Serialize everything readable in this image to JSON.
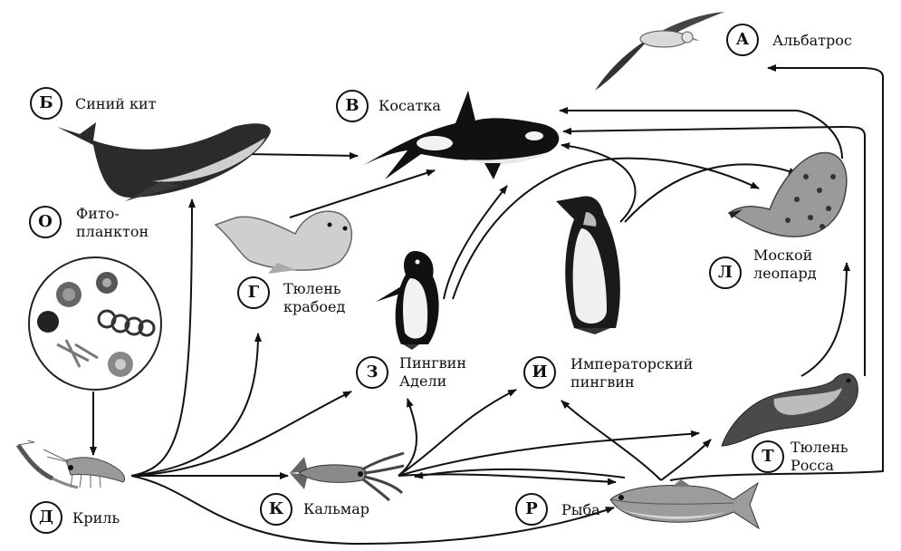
{
  "nodes": {
    "albatross": {
      "letter": "А",
      "name": "Альбатрос"
    },
    "blue_whale": {
      "letter": "Б",
      "name": "Синий кит"
    },
    "orca": {
      "letter": "В",
      "name": "Косатка"
    },
    "crabeater_seal": {
      "letter": "Г",
      "name_line1": "Тюлень",
      "name_line2": "крабоед"
    },
    "krill": {
      "letter": "Д",
      "name": "Криль"
    },
    "adelie_penguin": {
      "letter": "З",
      "name_line1": "Пингвин",
      "name_line2": "Адели"
    },
    "emperor_penguin": {
      "letter": "И",
      "name_line1": "Императорский",
      "name_line2": "пингвин"
    },
    "squid": {
      "letter": "К",
      "name": "Кальмар"
    },
    "leopard_seal": {
      "letter": "Л",
      "name_line1": "Моской",
      "name_line2": "леопард"
    },
    "phytoplankton": {
      "letter": "О",
      "name_line1": "Фито-",
      "name_line2": "планктон"
    },
    "fish": {
      "letter": "Р",
      "name": "Рыба"
    },
    "ross_seal": {
      "letter": "Т",
      "name_line1": "Тюлень",
      "name_line2": "Росса"
    }
  },
  "food_links": [
    [
      "О",
      "Д"
    ],
    [
      "Д",
      "Б"
    ],
    [
      "Д",
      "Г"
    ],
    [
      "Д",
      "З"
    ],
    [
      "Д",
      "К"
    ],
    [
      "Д",
      "Р"
    ],
    [
      "Б",
      "В"
    ],
    [
      "Г",
      "В"
    ],
    [
      "З",
      "В"
    ],
    [
      "И",
      "В"
    ],
    [
      "Л",
      "В"
    ],
    [
      "Т",
      "В"
    ],
    [
      "З",
      "Л"
    ],
    [
      "И",
      "Л"
    ],
    [
      "Т",
      "Л"
    ],
    [
      "К",
      "З"
    ],
    [
      "К",
      "И"
    ],
    [
      "К",
      "Т"
    ],
    [
      "К",
      "Р"
    ],
    [
      "Р",
      "К"
    ],
    [
      "Р",
      "И"
    ],
    [
      "Р",
      "Т"
    ],
    [
      "Р",
      "А"
    ]
  ]
}
